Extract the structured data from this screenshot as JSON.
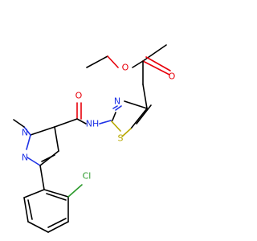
{
  "molecule": {
    "atoms": {
      "o_carbonyl_ester": "O",
      "o_ether_ester": "O",
      "o_amide": "O",
      "n_thiazole": "N",
      "s_thiazole": "S",
      "nh_amide": "NH",
      "n1_pyrazole": "N",
      "n2_pyrazole": "N",
      "cl": "Cl"
    },
    "colors": {
      "carbon_bond": "#000000",
      "oxygen": "#e8000b",
      "nitrogen": "#1f33e6",
      "sulfur": "#b8a800",
      "chlorine": "#2b9a2b"
    }
  }
}
